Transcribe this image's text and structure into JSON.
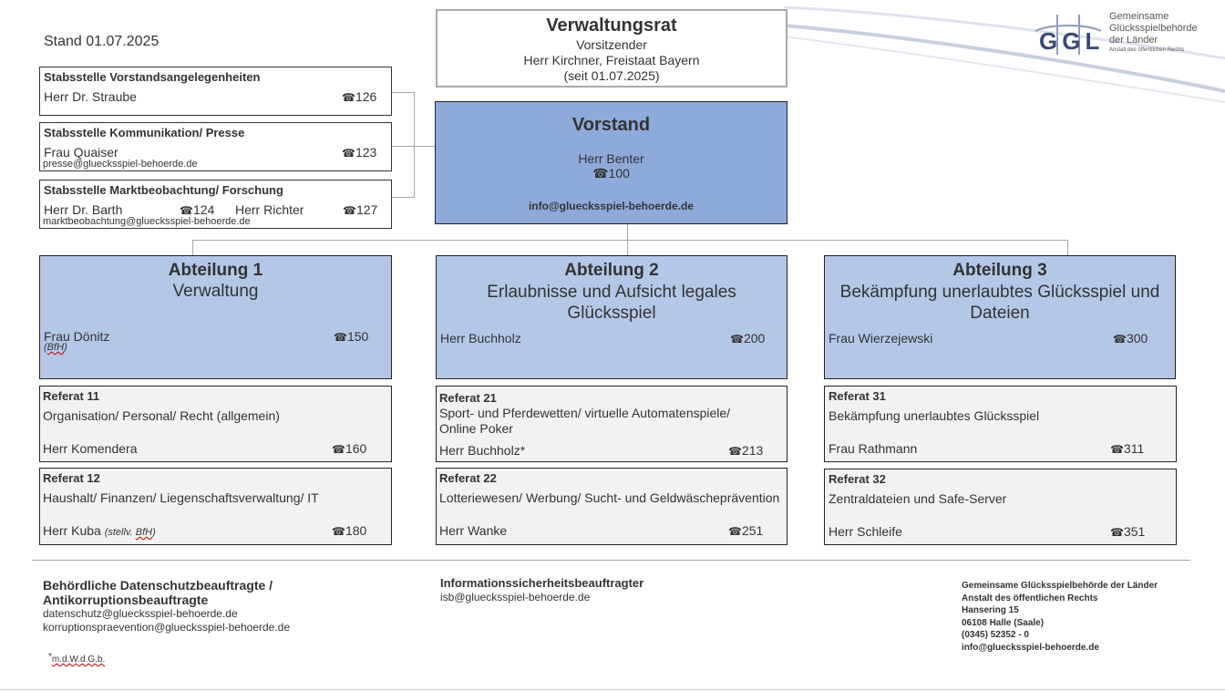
{
  "stand": "Stand 01.07.2025",
  "logo": {
    "letters": "GGL",
    "line1": "Gemeinsame",
    "line2": "Glücksspielbehörde",
    "line3": "der Länder",
    "line4": "Anstalt des öffentlichen Rechts"
  },
  "verwaltungsrat": {
    "title": "Verwaltungsrat",
    "role": "Vorsitzender",
    "person": "Herr Kirchner, Freistaat Bayern",
    "since": "(seit 01.07.2025)"
  },
  "vorstand": {
    "title": "Vorstand",
    "person": "Herr Benter",
    "phone": "100",
    "email": "info@gluecksspiel-behoerde.de"
  },
  "phone_icon": "☎",
  "stab1": {
    "title": "Stabsstelle Vorstandsangelegenheiten",
    "person": "Herr Dr. Straube",
    "phone": "126"
  },
  "stab2": {
    "title": "Stabsstelle Kommunikation/ Presse",
    "person": "Frau Quaiser",
    "phone": "123",
    "email": "presse@gluecksspiel-behoerde.de"
  },
  "stab3": {
    "title": "Stabsstelle Marktbeobachtung/ Forschung",
    "person1": "Herr Dr. Barth",
    "phone1": "124",
    "person2": "Herr Richter",
    "phone2": "127",
    "email": "marktbeobachtung@gluecksspiel-behoerde.de"
  },
  "abt1": {
    "title": "Abteilung 1",
    "subtitle": "Verwaltung",
    "person": "Frau Dönitz",
    "note": "BfH",
    "phone": "150"
  },
  "abt2": {
    "title": "Abteilung 2",
    "subtitle": "Erlaubnisse und Aufsicht legales Glücksspiel",
    "person": "Herr Buchholz",
    "phone": "200"
  },
  "abt3": {
    "title": "Abteilung 3",
    "subtitle": "Bekämpfung unerlaubtes Glücksspiel und Dateien",
    "person": "Frau Wierzejewski",
    "phone": "300"
  },
  "ref11": {
    "title": "Referat 11",
    "desc": "Organisation/ Personal/ Recht (allgemein)",
    "person": "Herr Komendera",
    "phone": "160"
  },
  "ref12": {
    "title": "Referat 12",
    "desc": "Haushalt/ Finanzen/ Liegenschaftsverwaltung/ IT",
    "person": "Herr Kuba",
    "note_prefix": "(stellv. ",
    "note_word": "BfH",
    "note_suffix": ")",
    "phone": "180"
  },
  "ref21": {
    "title": "Referat 21",
    "desc1": "Sport- und Pferdewetten/ virtuelle Automatenspiele/",
    "desc2": "Online Poker",
    "person": "Herr Buchholz*",
    "phone": "213"
  },
  "ref22": {
    "title": "Referat 22",
    "desc": "Lotteriewesen/ Werbung/ Sucht- und Geldwäscheprävention",
    "person": "Herr Wanke",
    "phone": "251"
  },
  "ref31": {
    "title": "Referat 31",
    "desc": "Bekämpfung unerlaubtes Glücksspiel",
    "person": "Frau Rathmann",
    "phone": "311"
  },
  "ref32": {
    "title": "Referat 32",
    "desc": "Zentraldateien und Safe-Server",
    "person": "Herr Schleife",
    "phone": "351"
  },
  "footer": {
    "ds_title1": "Behördliche Datenschutzbeauftragte /",
    "ds_title2": "Antikorruptionsbeauftragte",
    "ds_email1": "datenschutz@gluecksspiel-behoerde.de",
    "ds_email2": "korruptionspraevention@gluecksspiel-behoerde.de",
    "footnote_star": "*",
    "footnote": "m.d.W.d.G.b.",
    "isb_title": "Informationssicherheitsbeauftragter",
    "isb_email": "isb@gluecksspiel-behoerde.de",
    "addr1": "Gemeinsame Glücksspielbehörde der Länder",
    "addr2": "Anstalt des öffentlichen Rechts",
    "addr3": "Hansering 15",
    "addr4": "06108 Halle (Saale)",
    "addr5": "(0345) 52352 - 0",
    "addr6": "info@gluecksspiel-behoerde.de"
  }
}
